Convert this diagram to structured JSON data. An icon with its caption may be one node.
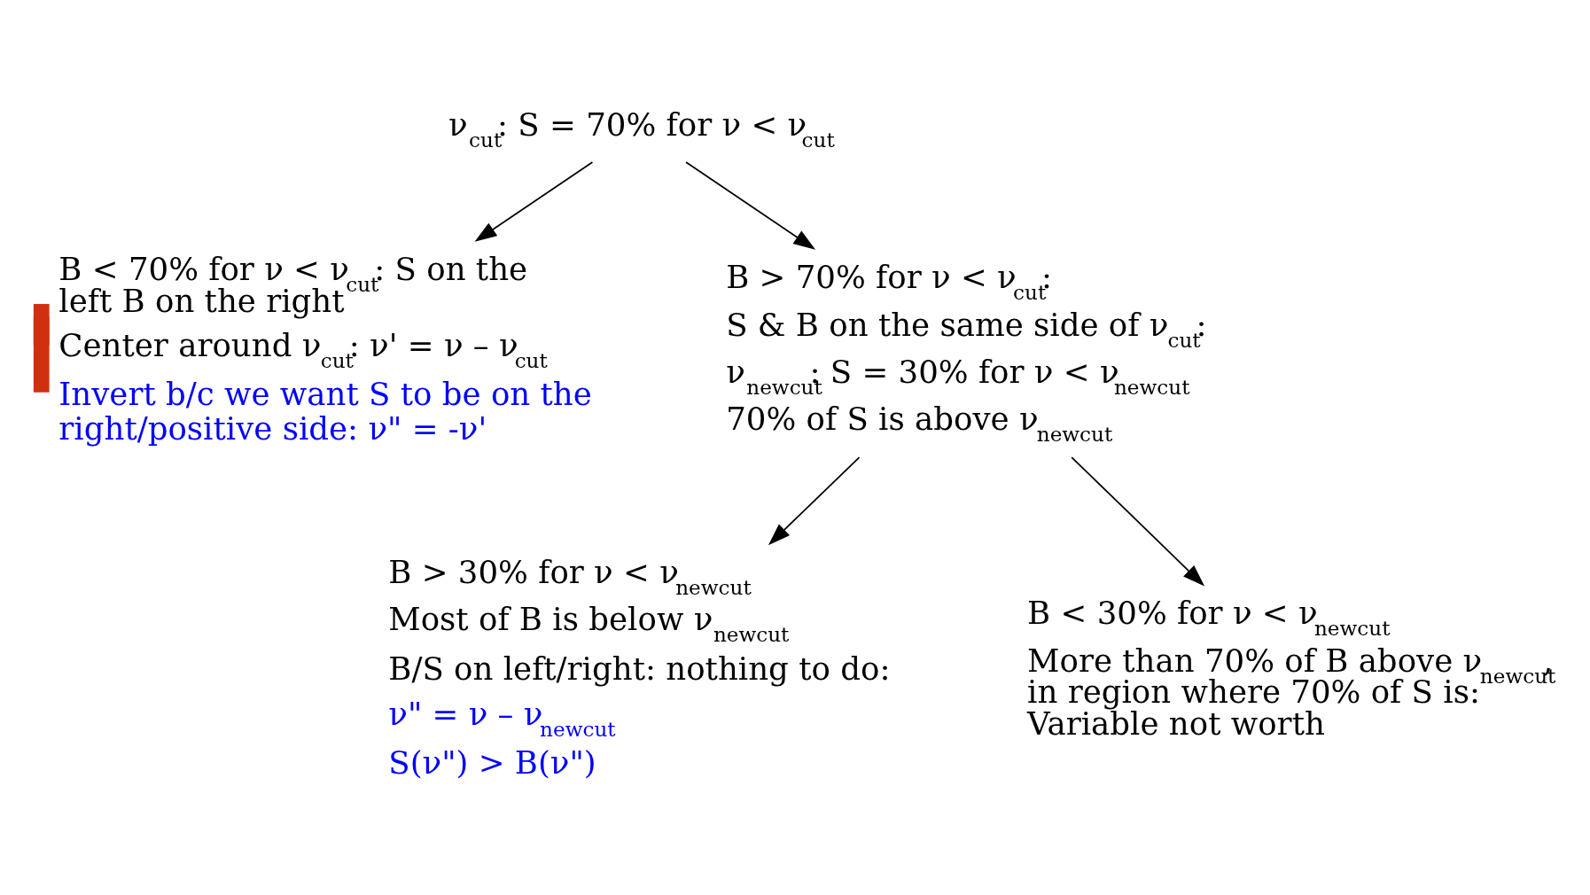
{
  "diagram": {
    "nodes": [
      {
        "text": [
          "ν$_{cut}$: S = 70% for ν < ν$_{cut}$"
        ]
      },
      {
        "text": [
          "B < 70% for ν < ν$_{cut}$: S on the left B on the right",
          "Center around ν$_{cut}$: ν' = ν – ν$_{cut}$",
          "Invert b/c we want S to be on the right/positive side: ν\" = -ν'"
        ]
      },
      {
        "text": [
          "B > 70% for ν < ν$_{cut}$:",
          "S & B on the same side of ν$_{cut}$:",
          "ν$_{newcut}$: S = 30% for ν < ν$_{newcut}$",
          "70% of S is above ν$_{newcut}$"
        ]
      },
      {
        "text": [
          "B > 30% for ν < ν$_{newcut}$",
          "Most of B is below ν$_{newcut}$",
          "B/S on left/right: nothing to do:",
          "ν\" = ν – ν$_{newcut}$",
          "S(ν\") > B(ν\")"
        ]
      },
      {
        "text": [
          "B < 30% for ν < ν$_{newcut}$",
          "More than 70% of B above ν$_{newcut}$, in region where 70% of S is: Variable not worth"
        ]
      }
    ],
    "edges": [
      {
        "from": 0,
        "to": 1,
        "arrow": "to"
      },
      {
        "from": 0,
        "to": 2,
        "arrow": "to"
      },
      {
        "from": 2,
        "to": 3,
        "arrow": "to"
      },
      {
        "from": 2,
        "to": 4,
        "arrow": "to"
      }
    ]
  }
}
